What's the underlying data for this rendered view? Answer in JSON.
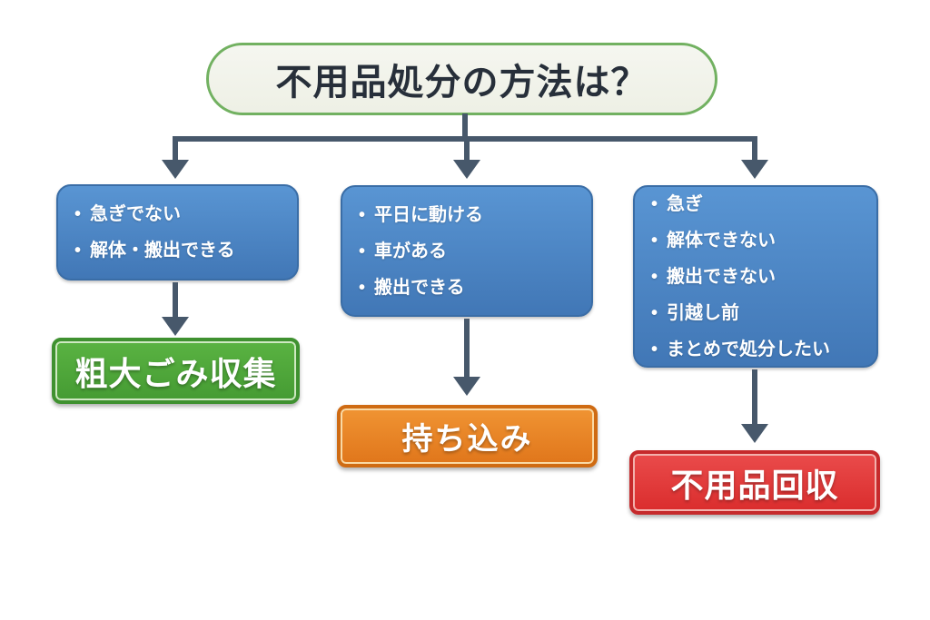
{
  "diagram": {
    "title": "不用品処分の方法は？",
    "bullet": "•",
    "branches": [
      {
        "name": "left",
        "conditions": [
          "急ぎでない",
          "解体・搬出できる"
        ],
        "result": "粗大ごみ収集",
        "result_color": "#4aa338"
      },
      {
        "name": "middle",
        "conditions": [
          "平日に動ける",
          "車がある",
          "搬出できる"
        ],
        "result": "持ち込み",
        "result_color": "#e8821f"
      },
      {
        "name": "right",
        "conditions": [
          "急ぎ",
          "解体できない",
          "搬出できない",
          "引越し前",
          "まとめで処分したい"
        ],
        "result": "不用品回収",
        "result_color": "#e13a3a"
      }
    ],
    "colors": {
      "connector": "#47586b",
      "title_border": "#72b161",
      "title_background": "#f2f3ec",
      "title_text": "#272f3a",
      "condition_box": "#4a86c6",
      "condition_border": "#3a6da6"
    }
  }
}
